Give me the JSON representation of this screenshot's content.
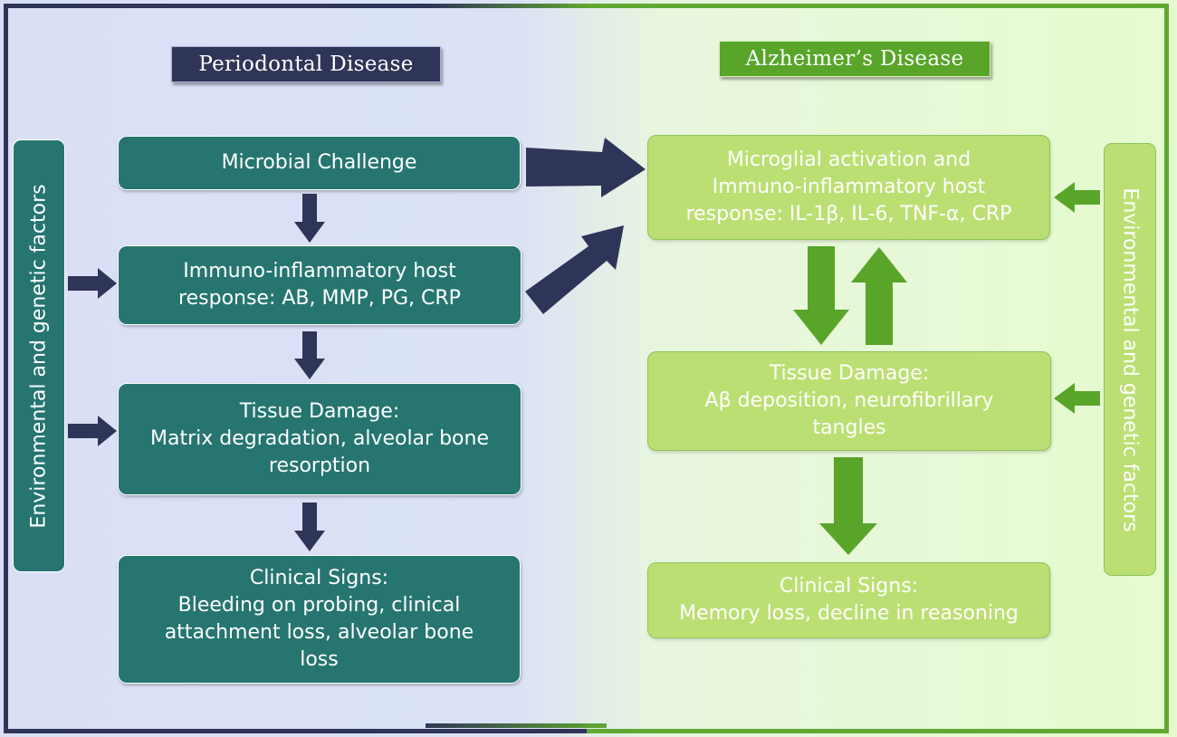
{
  "titles": {
    "left": "Periodontal Disease",
    "right": "Alzheimer’s Disease"
  },
  "periodontal": {
    "microbial": "Microbial Challenge",
    "immuno": "Immuno-inflammatory host\nresponse: AB, MMP, PG, CRP",
    "tissue": "Tissue Damage:\nMatrix degradation, alveolar bone\nresorption",
    "clinical": "Clinical Signs:\nBleeding on probing, clinical\nattachment loss, alveolar bone\nloss"
  },
  "alzheimers": {
    "microglial": "Microglial activation and\nImmuno-inflammatory host\nresponse: IL-1β, IL-6, TNF-α, CRP",
    "tissue": "Tissue Damage:\nAβ deposition, neurofibrillary\ntangles",
    "clinical": "Clinical Signs:\nMemory loss, decline in reasoning"
  },
  "side_labels": {
    "left": "Environmental and genetic factors",
    "right": "Environmental and genetic factors"
  },
  "colors": {
    "navy": "#2f3558",
    "teal": "#267570",
    "green_dark": "#58a52a",
    "green_light": "#bcdf73"
  }
}
